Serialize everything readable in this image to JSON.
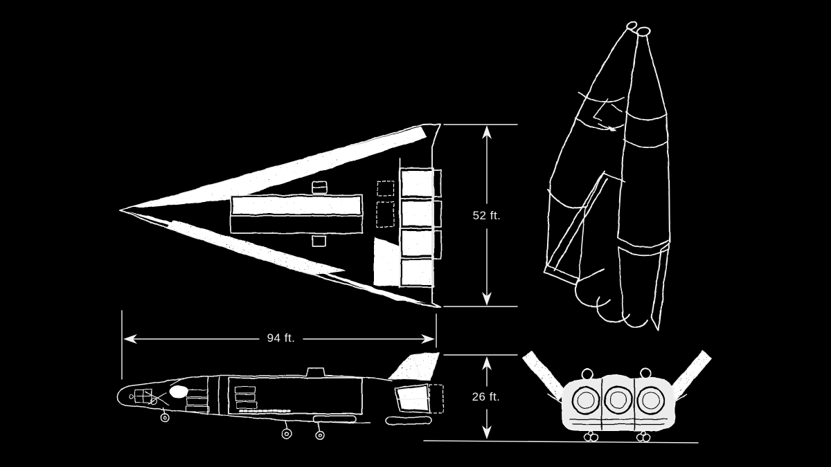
{
  "colors": {
    "background": "#000000",
    "line": "#f2f2f2"
  },
  "dimension_labels": [
    {
      "id": "orbiter-span-vertical",
      "label": "52 ft."
    },
    {
      "id": "orbiter-length-horizontal",
      "label": "94 ft."
    },
    {
      "id": "orbiter-height-vertical",
      "label": "26 ft."
    }
  ]
}
